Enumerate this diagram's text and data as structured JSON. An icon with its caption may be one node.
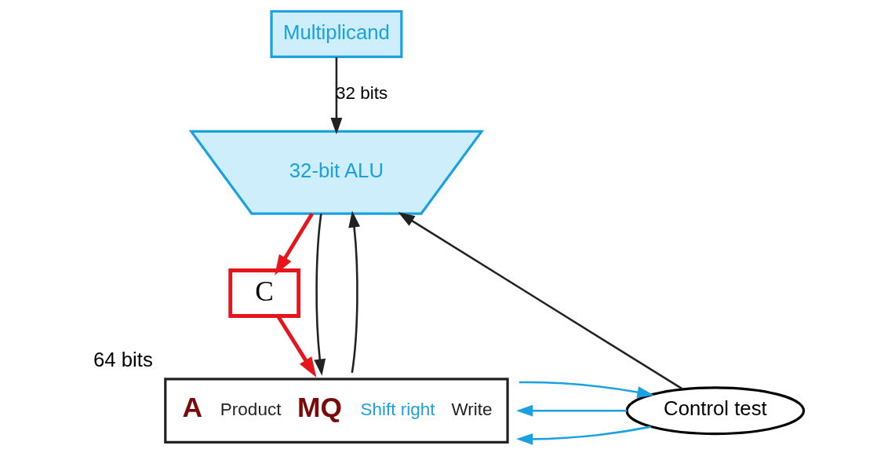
{
  "diagram": {
    "nodes": [
      {
        "text": [
          "Multiplicand"
        ]
      },
      {
        "text": [
          "32-bit ALU"
        ]
      },
      {
        "text": [
          "C"
        ]
      },
      {
        "text": [
          "A",
          "Product",
          "MQ",
          "Shift right",
          "Write"
        ],
        "beside": [
          "64 bits"
        ]
      },
      {
        "text": [
          "Control test"
        ]
      }
    ],
    "edges": [
      {
        "from": 0,
        "to": 1,
        "arrow": "to",
        "label": "32 bits"
      },
      {
        "from": 3,
        "to": 1,
        "arrow": "to"
      },
      {
        "from": 1,
        "to": 2,
        "arrow": "to",
        "color": "#e8141b",
        "style": "thick"
      },
      {
        "from": 2,
        "to": 3,
        "arrow": "to",
        "color": "#e8141b",
        "style": "thick"
      },
      {
        "from": 1,
        "to": 3,
        "arrow": "to"
      },
      {
        "from": 4,
        "to": 1,
        "arrow": "to"
      },
      {
        "from": 4,
        "to": 3,
        "arrow": "to",
        "color": "#1ba1e2"
      },
      {
        "from": 4,
        "to": 3,
        "arrow": "to",
        "color": "#1ba1e2"
      },
      {
        "from": 3,
        "to": 4,
        "arrow": "to",
        "color": "#1ba1e2"
      }
    ]
  }
}
